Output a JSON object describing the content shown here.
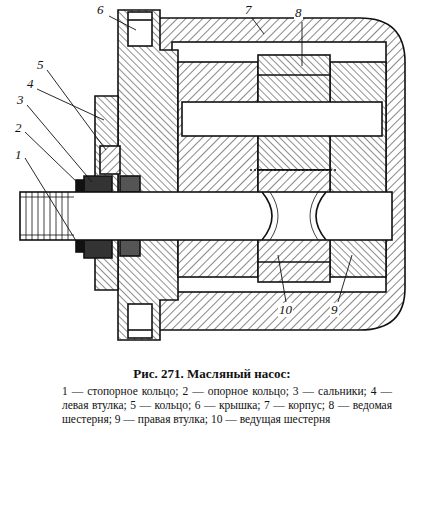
{
  "diagram": {
    "caption": "Рис. 271. Масляный насос:",
    "labels": [
      "6",
      "5",
      "4",
      "3",
      "2",
      "1",
      "7",
      "8",
      "10",
      "9",
      "1 — стопорное кольцо; 2 — опорное кольцо; 3 — сальники; 4 — левая втулка; 5 — кольцо; 6 — крышка; 7 — корпус; 8 — ведомая шестерня; 9 — правая втулка; 10 — ведущая шестерня"
    ]
  }
}
